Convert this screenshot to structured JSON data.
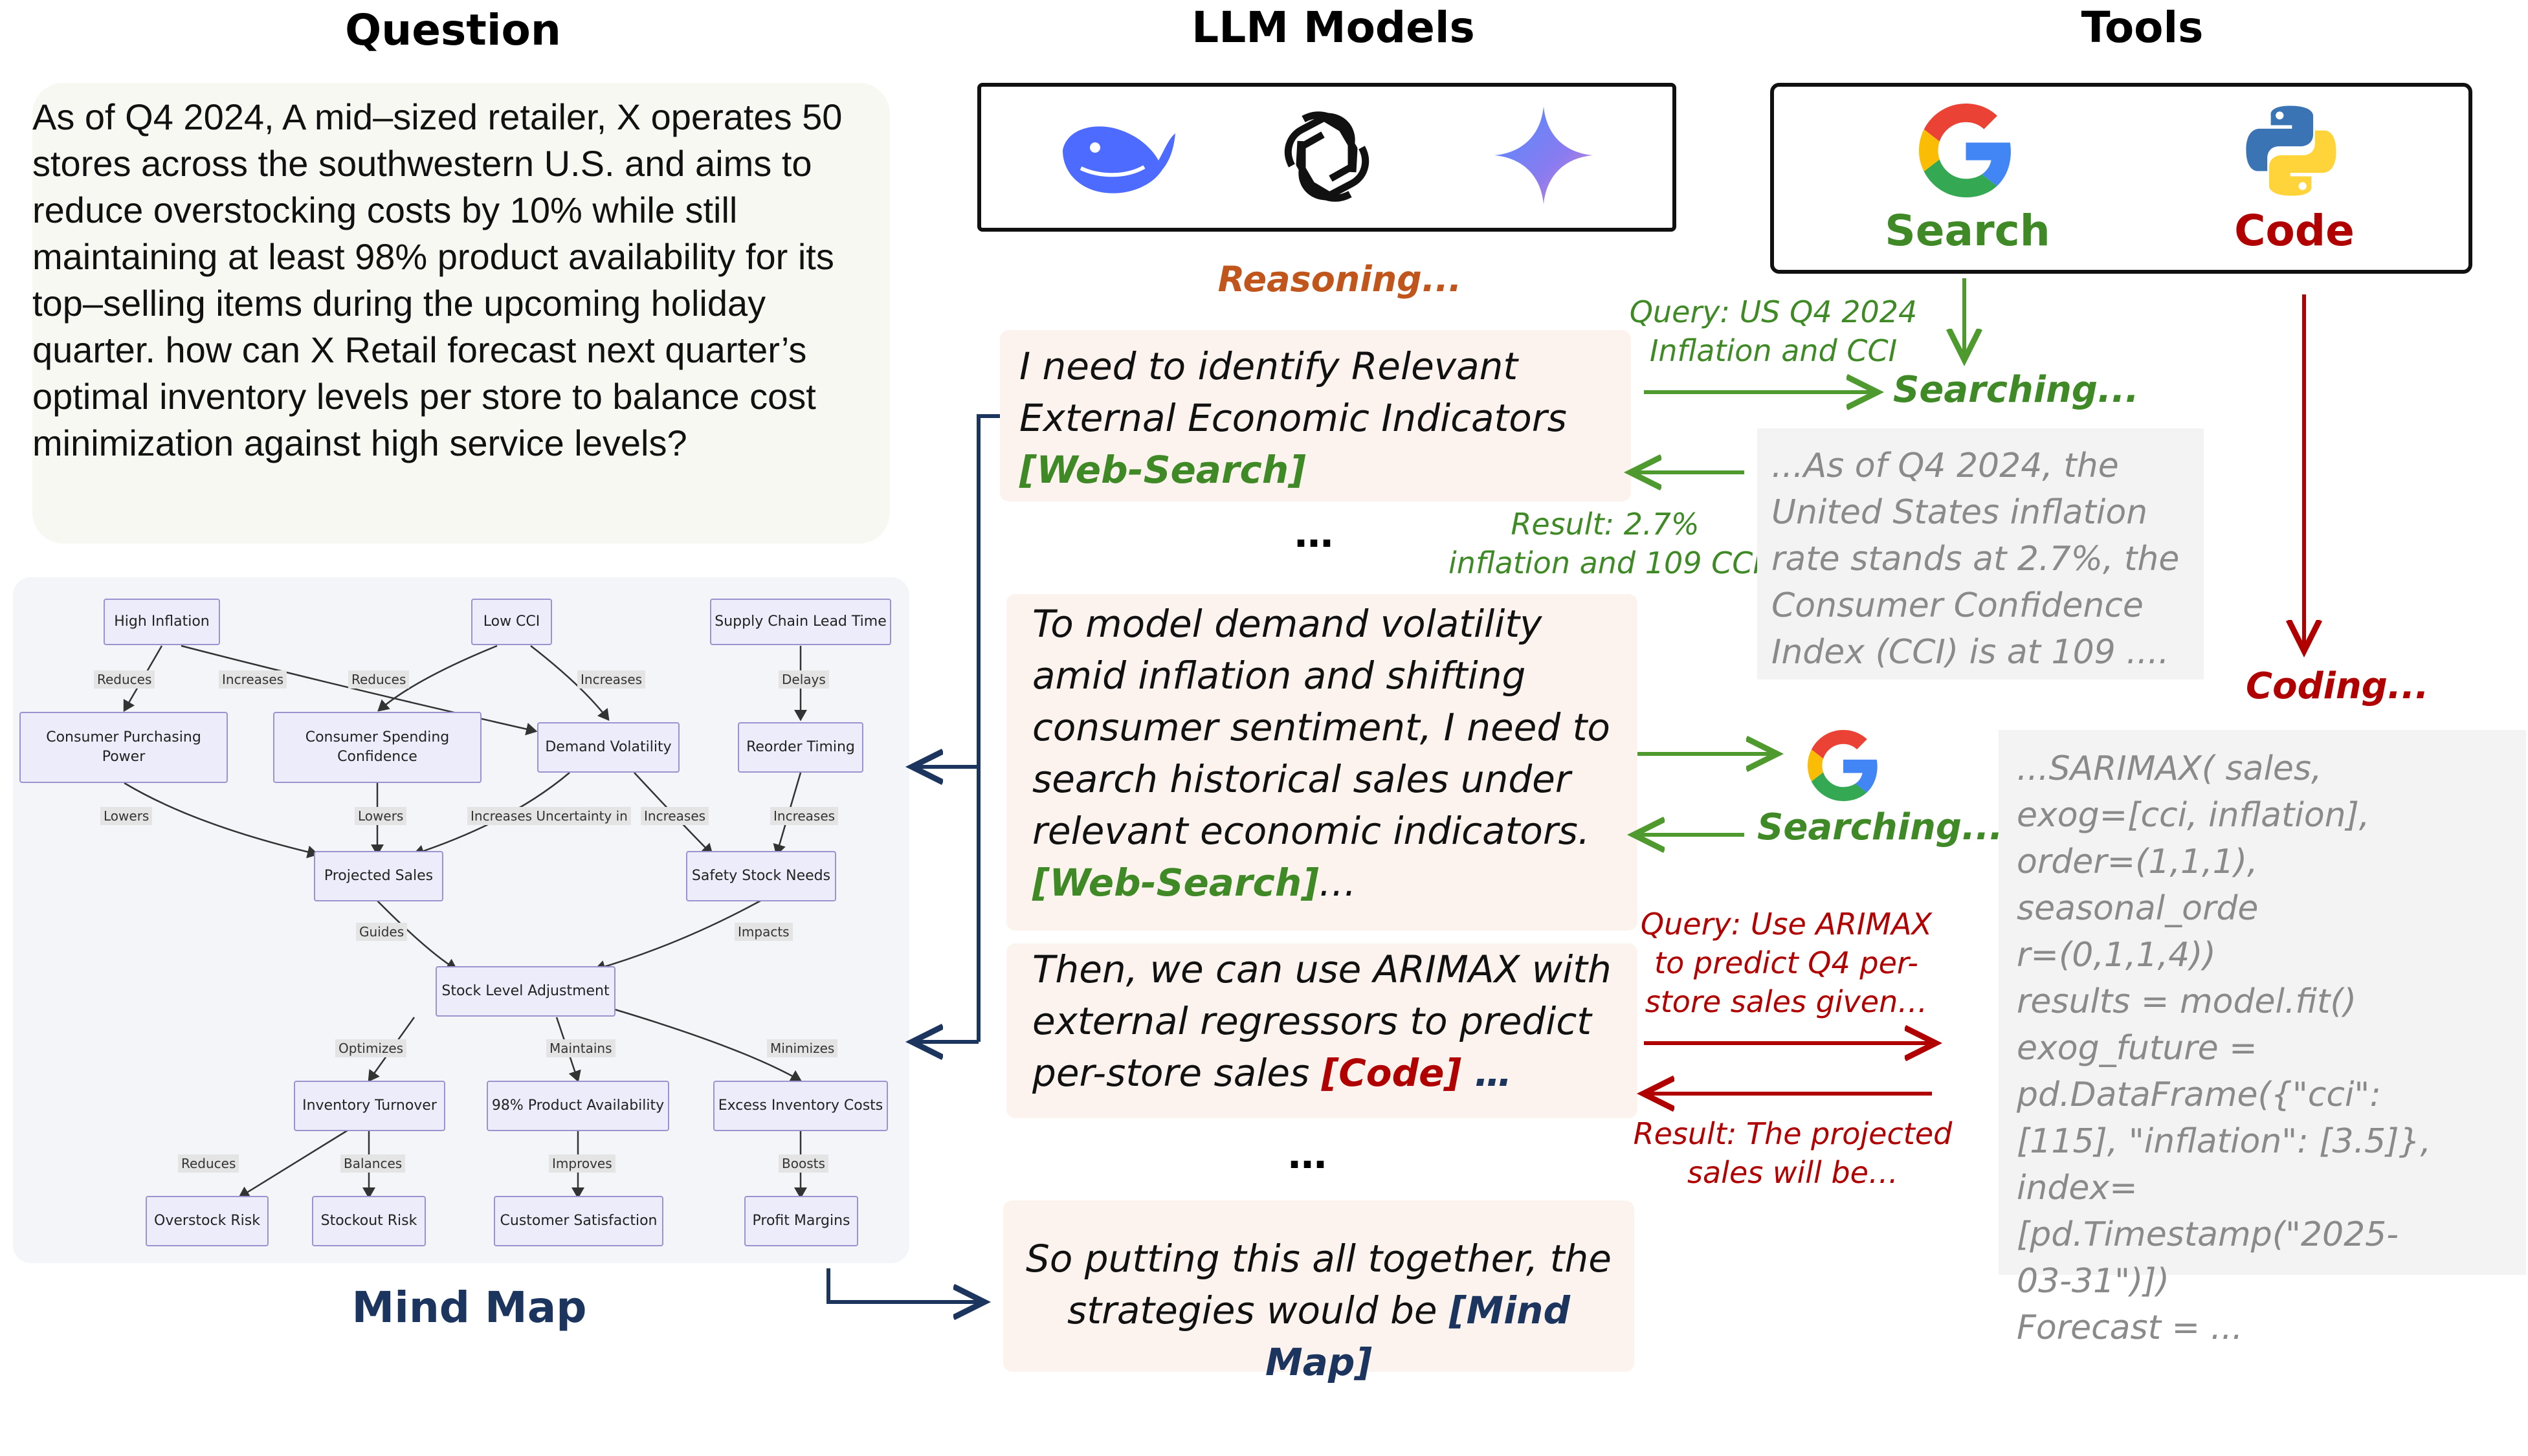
{
  "headers": {
    "question": "Question",
    "llm_models": "LLM Models",
    "tools": "Tools"
  },
  "question_text": "As of Q4 2024, A mid–sized retailer, X operates 50 stores across the southwestern U.S. and aims to reduce overstocking costs by 10% while still maintaining at least 98% product availability for its top–selling items during the upcoming holiday quarter. how can X Retail forecast next quarter’s optimal inventory levels per store to balance cost minimization against high service levels?",
  "models": {
    "icons": [
      "deepseek-whale-icon",
      "openai-knot-icon",
      "gemini-star-icon"
    ],
    "reasoning_label": "Reasoning..."
  },
  "tools": {
    "search_label": "Search",
    "code_label": "Code",
    "search_color": "#3f8a26",
    "code_color": "#b00000"
  },
  "steps": {
    "step1": {
      "lines": [
        "I need to identify Relevant",
        "External Economic Indicators"
      ],
      "tag": "[Web-Search]"
    },
    "ellipsis1": "…",
    "step2": {
      "lines": [
        "To model demand volatility",
        "amid inflation and shifting",
        "consumer sentiment, I need to",
        "search historical sales under",
        "relevant economic indicators."
      ],
      "tag": "[Web-Search]",
      "tail": "…"
    },
    "step3": {
      "lines": [
        "Then, we can use ARIMAX with",
        "external regressors to predict",
        "per-store sales "
      ],
      "tag": "[Code]",
      "tail": " …"
    },
    "ellipsis2": "…",
    "step4": {
      "line1": "So putting this all together, the",
      "line2_prefix": "strategies would be ",
      "tag": "[Mind Map]"
    }
  },
  "search_flow": {
    "query": [
      "Query: US Q4 2024",
      "Inflation and CCI"
    ],
    "searching": "Searching...",
    "result": [
      "Result: 2.7%",
      "inflation and 109 CCI"
    ],
    "result_text": [
      "...As of Q4 2024, the",
      "United States inflation",
      "rate stands at 2.7%, the",
      "Consumer Confidence",
      "Index (CCI) is at 109 ...."
    ],
    "searching2": "Searching..."
  },
  "code_flow": {
    "coding": "Coding...",
    "query": [
      "Query: Use ARIMAX",
      "to  predict Q4 per-",
      "store sales given…"
    ],
    "result": [
      "Result: The projected",
      "sales will be…"
    ],
    "code_text": [
      "...SARIMAX( sales,",
      "exog=[cci,  inflation],",
      "order=(1,1,1),  seasonal_orde",
      "r=(0,1,1,4))",
      "results = model.fit()",
      "exog_future =",
      "pd.DataFrame({\"cci\":",
      "[115], \"inflation\": [3.5]},",
      "index=[pd.Timestamp(\"2025-",
      "03-31\")])",
      "Forecast = ..."
    ]
  },
  "mind_map": {
    "label": "Mind Map",
    "nodes": {
      "high_inflation": "High Inflation",
      "low_cci": "Low CCI",
      "supply_chain": "Supply Chain Lead Time",
      "purchasing_power": "Consumer Purchasing Power",
      "spending_confidence": "Consumer Spending Confidence",
      "demand_volatility": "Demand Volatility",
      "reorder_timing": "Reorder Timing",
      "projected_sales": "Projected Sales",
      "safety_stock": "Safety Stock Needs",
      "stock_level": "Stock Level Adjustment",
      "inventory_turnover": "Inventory Turnover",
      "availability": "98% Product Availability",
      "excess_costs": "Excess Inventory Costs",
      "overstock_risk": "Overstock Risk",
      "stockout_risk": "Stockout Risk",
      "customer_satisfaction": "Customer Satisfaction",
      "profit_margins": "Profit Margins"
    },
    "edges": {
      "reduces1": "Reduces",
      "increases1": "Increases",
      "reduces2": "Reduces",
      "increases2": "Increases",
      "delays": "Delays",
      "lowers1": "Lowers",
      "lowers2": "Lowers",
      "increases_uncertainty": "Increases Uncertainty in",
      "increases3": "Increases",
      "increases4": "Increases",
      "guides": "Guides",
      "impacts": "Impacts",
      "optimizes": "Optimizes",
      "maintains": "Maintains",
      "minimizes": "Minimizes",
      "reduces3": "Reduces",
      "balances": "Balances",
      "improves": "Improves",
      "boosts": "Boosts"
    }
  }
}
